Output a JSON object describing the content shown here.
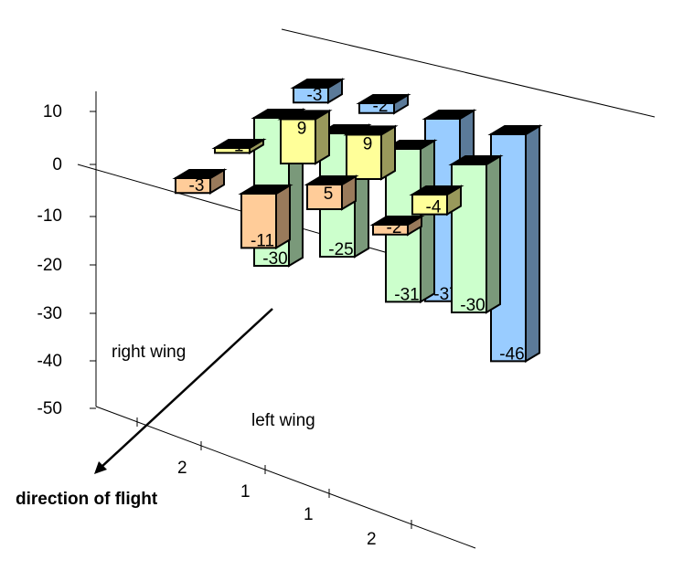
{
  "chart_data": {
    "type": "bar",
    "subtype": "3d-column",
    "categories": [
      "2",
      "1",
      "1",
      "2"
    ],
    "series": [
      {
        "values": [
          -3,
          -11,
          5,
          -2
        ],
        "color": "#FFCC99"
      },
      {
        "values": [
          -1,
          9,
          9,
          -4
        ],
        "color": "#FFFF99"
      },
      {
        "values": [
          -30,
          -25,
          -31,
          -30
        ],
        "color": "#CCFFCC"
      },
      {
        "values": [
          -3,
          -2,
          -37,
          -46
        ],
        "color": "#99CCFF"
      }
    ],
    "value_ticks": [
      "10",
      "0",
      "-10",
      "-20",
      "-30",
      "-40",
      "-50"
    ],
    "ylim": [
      -50,
      10
    ],
    "annotations": {
      "right_wing": "right wing",
      "left_wing": "left wing",
      "direction": "direction of flight"
    }
  }
}
